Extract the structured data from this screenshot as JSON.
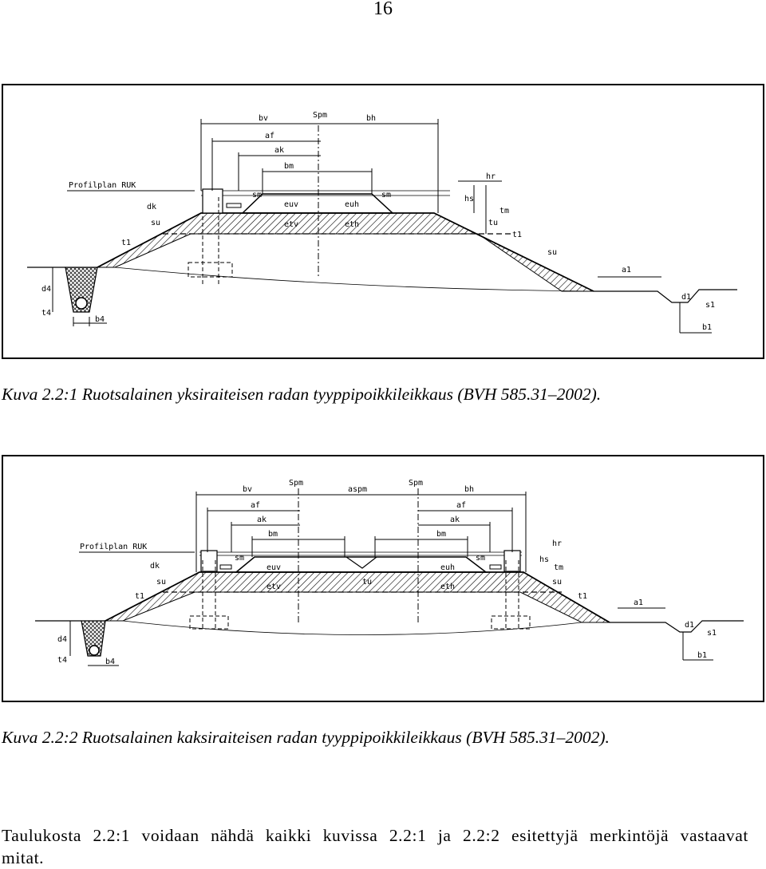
{
  "page_number": "16",
  "figure1": {
    "labels": {
      "profile": "Profilplan RUK",
      "bv": "bv",
      "spm": "Spm",
      "bh": "bh",
      "af": "af",
      "ak": "ak",
      "bm": "bm",
      "hr": "hr",
      "hs": "hs",
      "tu": "tu",
      "tm": "tm",
      "dk": "dk",
      "su": "su",
      "t1": "t1",
      "sm": "sm",
      "euv": "euv",
      "euh": "euh",
      "etv": "etv",
      "eth": "eth",
      "d4": "d4",
      "t4": "t4",
      "b4": "b4",
      "a1": "a1",
      "d1": "d1",
      "s1": "s1",
      "b1": "b1"
    },
    "caption": "Kuva 2.2:1 Ruotsalainen yksiraiteisen radan tyyppipoikkileikkaus (BVH 585.31–2002)."
  },
  "figure2": {
    "labels": {
      "profile": "Profilplan RUK",
      "bv": "bv",
      "spm": "Spm",
      "aspm": "aspm",
      "bh": "bh",
      "af": "af",
      "ak": "ak",
      "bm": "bm",
      "hr": "hr",
      "hs": "hs",
      "tm": "tm",
      "tu": "tu",
      "dk": "dk",
      "su": "su",
      "t1": "t1",
      "sm": "sm",
      "euv": "euv",
      "euh": "euh",
      "etv": "etv",
      "eth": "eth",
      "d4": "d4",
      "t4": "t4",
      "b4": "b4",
      "a1": "a1",
      "d1": "d1",
      "s1": "s1",
      "b1": "b1"
    },
    "caption": "Kuva 2.2:2 Ruotsalainen kaksiraiteisen radan tyyppipoikkileikkaus (BVH 585.31–2002)."
  },
  "body_text": "Taulukosta 2.2:1 voidaan nähdä kaikki kuvissa 2.2:1 ja 2.2:2 esitettyjä merkintöjä vastaavat mitat."
}
